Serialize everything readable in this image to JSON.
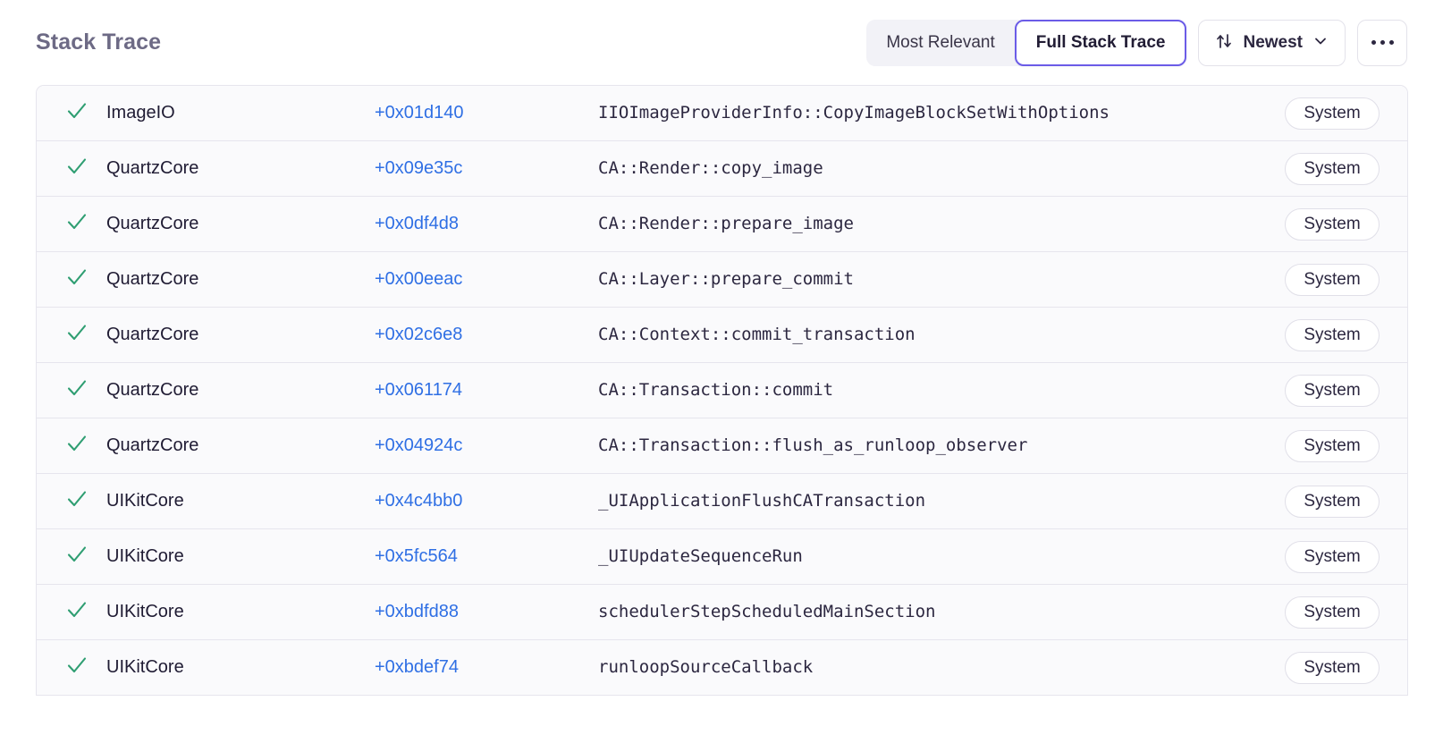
{
  "header": {
    "title": "Stack Trace",
    "segmented": {
      "options": [
        {
          "label": "Most Relevant",
          "active": false
        },
        {
          "label": "Full Stack Trace",
          "active": true
        }
      ]
    },
    "sort": {
      "icon": "sort-arrows-icon",
      "label": "Newest",
      "chevron": "chevron-down-icon"
    },
    "more": {
      "icon": "ellipsis-icon",
      "label": "..."
    }
  },
  "colors": {
    "accent_purple": "#6b5ce7",
    "link_blue": "#2f6fe4",
    "check_green": "#2f9e72",
    "title_gray": "#6d6a85",
    "row_bg": "#fafafc",
    "border": "#e6e5ed",
    "segment_bg": "#f2f2f7"
  },
  "table": {
    "rows": [
      {
        "status": "included",
        "module": "ImageIO",
        "offset": "+0x01d140",
        "function": "IIOImageProviderInfo::CopyImageBlockSetWithOptions",
        "badge": "System"
      },
      {
        "status": "included",
        "module": "QuartzCore",
        "offset": "+0x09e35c",
        "function": "CA::Render::copy_image",
        "badge": "System"
      },
      {
        "status": "included",
        "module": "QuartzCore",
        "offset": "+0x0df4d8",
        "function": "CA::Render::prepare_image",
        "badge": "System"
      },
      {
        "status": "included",
        "module": "QuartzCore",
        "offset": "+0x00eeac",
        "function": "CA::Layer::prepare_commit",
        "badge": "System"
      },
      {
        "status": "included",
        "module": "QuartzCore",
        "offset": "+0x02c6e8",
        "function": "CA::Context::commit_transaction",
        "badge": "System"
      },
      {
        "status": "included",
        "module": "QuartzCore",
        "offset": "+0x061174",
        "function": "CA::Transaction::commit",
        "badge": "System"
      },
      {
        "status": "included",
        "module": "QuartzCore",
        "offset": "+0x04924c",
        "function": "CA::Transaction::flush_as_runloop_observer",
        "badge": "System"
      },
      {
        "status": "included",
        "module": "UIKitCore",
        "offset": "+0x4c4bb0",
        "function": "_UIApplicationFlushCATransaction",
        "badge": "System"
      },
      {
        "status": "included",
        "module": "UIKitCore",
        "offset": "+0x5fc564",
        "function": "_UIUpdateSequenceRun",
        "badge": "System"
      },
      {
        "status": "included",
        "module": "UIKitCore",
        "offset": "+0xbdfd88",
        "function": "schedulerStepScheduledMainSection",
        "badge": "System"
      },
      {
        "status": "included",
        "module": "UIKitCore",
        "offset": "+0xbdef74",
        "function": "runloopSourceCallback",
        "badge": "System"
      }
    ]
  }
}
